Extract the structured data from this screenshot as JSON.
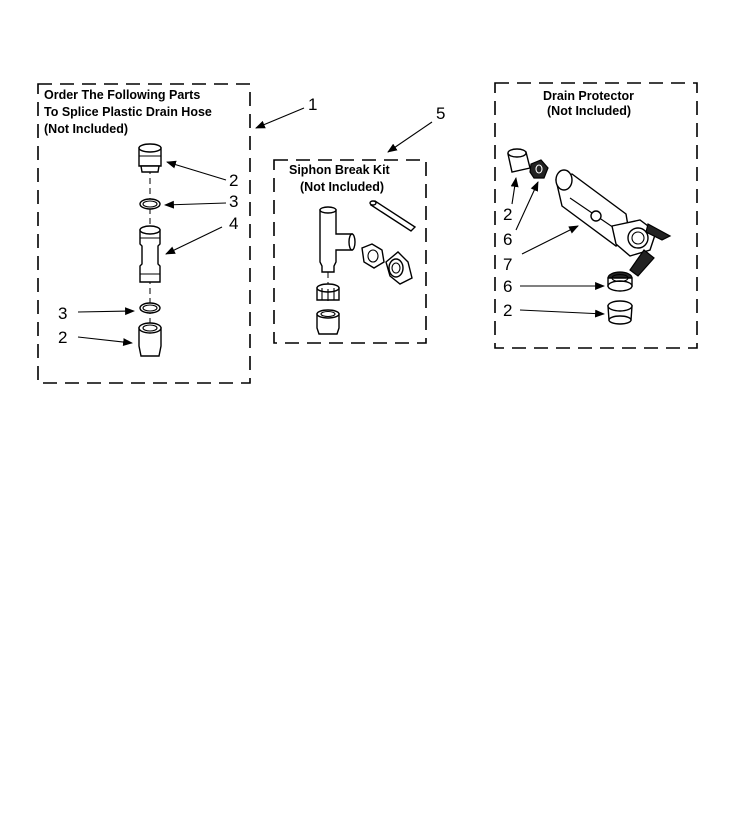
{
  "boxes": {
    "splice": {
      "title_lines": [
        "Order The Following Parts",
        "To Splice Plastic Drain Hose",
        "(Not Included)"
      ]
    },
    "siphon": {
      "title_lines": [
        "Siphon Break Kit",
        "(Not Included)"
      ]
    },
    "drain": {
      "title_lines": [
        "Drain Protector",
        "(Not Included)"
      ]
    }
  },
  "callouts": {
    "splice_kit": "1",
    "splice_top_fitting": "2",
    "splice_top_clamp": "3",
    "splice_connector": "4",
    "splice_bottom_clamp": "3",
    "splice_bottom_fitting": "2",
    "siphon_kit": "5",
    "drain_top_fitting": "2",
    "drain_top_nut": "6",
    "drain_protector": "7",
    "drain_nut": "6",
    "drain_bottom_fitting": "2"
  }
}
